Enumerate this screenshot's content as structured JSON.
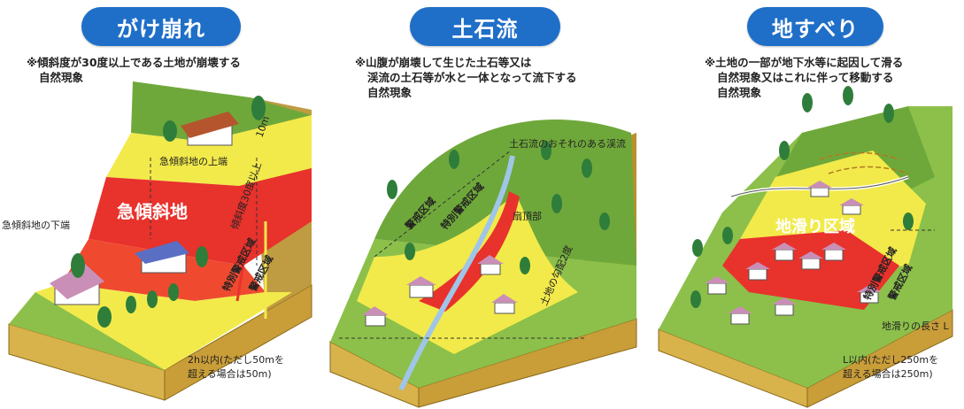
{
  "panels": [
    {
      "title": "がけ崩れ",
      "description": [
        "※傾斜度が30度以上である土地が崩壊する",
        "自然現象"
      ],
      "labels": {
        "top_edge": "急傾斜地の上端",
        "height": "10m",
        "slope": "傾斜度30度以上",
        "steep_land": "急傾斜地",
        "bottom_edge": "急傾斜地の下端",
        "special_zone": "特別警戒区域",
        "warning_zone": "警戒区域",
        "note": [
          "2h以内(ただし50mを",
          "超える場合は50m)"
        ]
      }
    },
    {
      "title": "土石流",
      "description": [
        "※山腹が崩壊して生じた土石等又は",
        "渓流の土石等が水と一体となって流下する",
        "自然現象"
      ],
      "labels": {
        "stream": "土石流のおそれのある渓流",
        "warning_zone": "警戒区域",
        "special_zone": "特別警戒区域",
        "fan_apex": "扇頂部",
        "slope": "土地の勾配2度"
      }
    },
    {
      "title": "地すべり",
      "description": [
        "※土地の一部が地下水等に起因して滑る",
        "自然現象又はこれに伴って移動する",
        "自然現象"
      ],
      "labels": {
        "landslide_zone": "地滑り区域",
        "special_zone": "特別警戒区域",
        "warning_zone": "警戒区域",
        "length": "地滑りの長さ L",
        "note": [
          "L以内(ただし250mを",
          "超える場合は250m)"
        ]
      }
    }
  ],
  "colors": {
    "title_bg": "#1f6fc8",
    "warning_yellow": "#f2ea4a",
    "special_red": "#e8322c",
    "grass_green": "#6fa83a",
    "soil": "#d8b24a"
  }
}
